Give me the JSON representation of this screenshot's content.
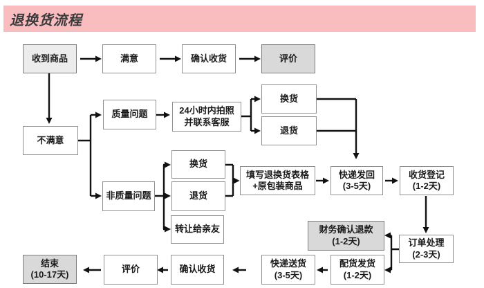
{
  "header": {
    "title": "退换货流程",
    "bg_color": "#f9bdc0"
  },
  "colors": {
    "line": "#111111",
    "box_border": "#8f8f8f",
    "gray_fill": "#d9d9d9",
    "light_fill": "#ececec"
  },
  "nodes": {
    "received": {
      "line1": "收到商品"
    },
    "satisfied": {
      "line1": "满意"
    },
    "confirm_receipt_top": {
      "line1": "确认收货"
    },
    "review_top": {
      "line1": "评价"
    },
    "unsatisfied": {
      "line1": "不满意"
    },
    "quality_issue": {
      "line1": "质量问题"
    },
    "photo_24h": {
      "line1": "24小时内拍照",
      "line2": "并联系客服"
    },
    "exchange_q": {
      "line1": "换货"
    },
    "return_q": {
      "line1": "退货"
    },
    "non_quality_issue": {
      "line1": "非质量问题"
    },
    "exchange_nq": {
      "line1": "换货"
    },
    "return_nq": {
      "line1": "退货"
    },
    "transfer_friends": {
      "line1": "转让给亲友"
    },
    "fill_form": {
      "line1": "填写退换货表格",
      "line2": "+原包装商品"
    },
    "courier_send_back": {
      "line1": "快递发回",
      "line2": "(3-5天)"
    },
    "receipt_register": {
      "line1": "收货登记",
      "line2": "(1-2天)"
    },
    "finance_refund": {
      "line1": "财务确认退款",
      "line2": "(1-2天)"
    },
    "order_process": {
      "line1": "订单处理",
      "line2": "(2-3天)"
    },
    "dispatch_ship": {
      "line1": "配货发货",
      "line2": "(1-2天)"
    },
    "courier_deliver": {
      "line1": "快递送货",
      "line2": "(3-5天)"
    },
    "confirm_receipt_bottom": {
      "line1": "确认收货"
    },
    "review_bottom": {
      "line1": "评价"
    },
    "end": {
      "line1": "结束",
      "line2": "(10-17天)"
    }
  },
  "edges": [
    [
      "received",
      "satisfied"
    ],
    [
      "satisfied",
      "confirm_receipt_top"
    ],
    [
      "confirm_receipt_top",
      "review_top"
    ],
    [
      "received",
      "unsatisfied"
    ],
    [
      "unsatisfied",
      "quality_issue"
    ],
    [
      "unsatisfied",
      "non_quality_issue"
    ],
    [
      "quality_issue",
      "photo_24h"
    ],
    [
      "photo_24h",
      "exchange_q"
    ],
    [
      "photo_24h",
      "return_q"
    ],
    [
      "exchange_q",
      "courier_send_back"
    ],
    [
      "return_q",
      "courier_send_back"
    ],
    [
      "non_quality_issue",
      "exchange_nq"
    ],
    [
      "non_quality_issue",
      "return_nq"
    ],
    [
      "non_quality_issue",
      "transfer_friends"
    ],
    [
      "exchange_nq",
      "fill_form"
    ],
    [
      "return_nq",
      "fill_form"
    ],
    [
      "fill_form",
      "courier_send_back"
    ],
    [
      "courier_send_back",
      "receipt_register"
    ],
    [
      "receipt_register",
      "order_process"
    ],
    [
      "order_process",
      "finance_refund"
    ],
    [
      "order_process",
      "dispatch_ship"
    ],
    [
      "dispatch_ship",
      "courier_deliver"
    ],
    [
      "courier_deliver",
      "confirm_receipt_bottom"
    ],
    [
      "confirm_receipt_bottom",
      "review_bottom"
    ],
    [
      "review_bottom",
      "end"
    ]
  ]
}
